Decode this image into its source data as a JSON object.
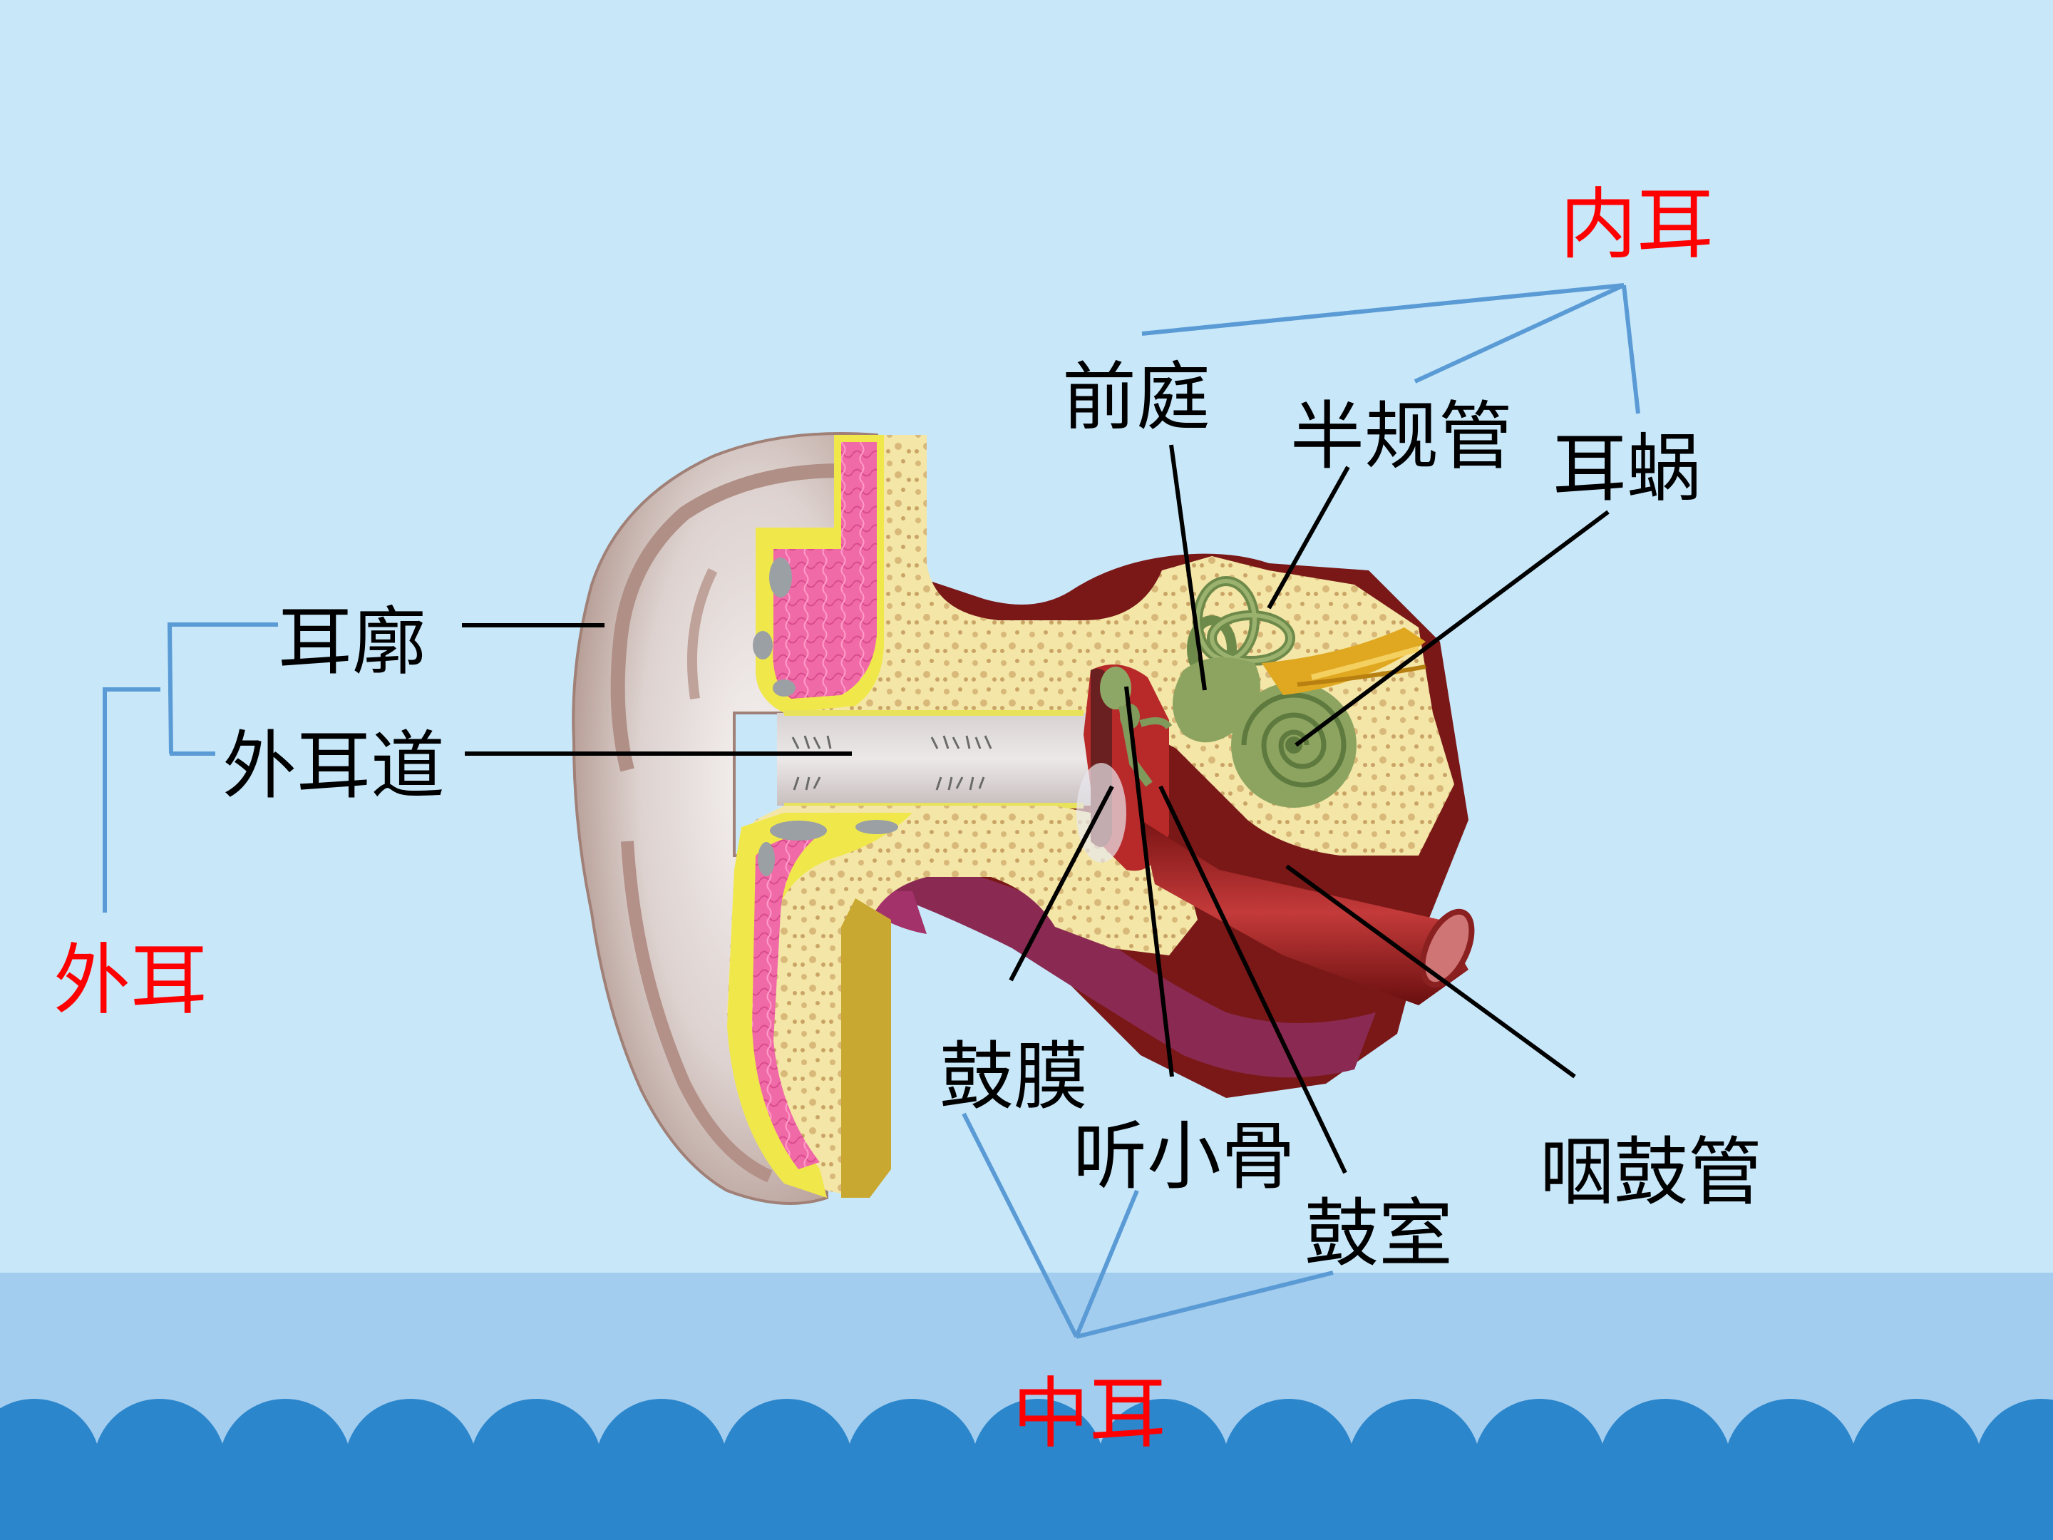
{
  "groups": {
    "outer_ear": "外耳",
    "middle_ear": "中耳",
    "inner_ear": "内耳"
  },
  "parts": {
    "auricle": "耳廓",
    "ear_canal": "外耳道",
    "vestibule": "前庭",
    "semicircular_canals": "半规管",
    "cochlea": "耳蜗",
    "eardrum": "鼓膜",
    "ossicles": "听小骨",
    "tympanic_cavity": "鼓室",
    "eustachian_tube": "咽鼓管"
  },
  "colors": {
    "background": "#c8e8fa",
    "footer_band": "#a3cdee",
    "wave": "#2b86cc",
    "bracket_line": "#5b9bd5",
    "group_label": "#ff0000",
    "part_label": "#000000"
  }
}
